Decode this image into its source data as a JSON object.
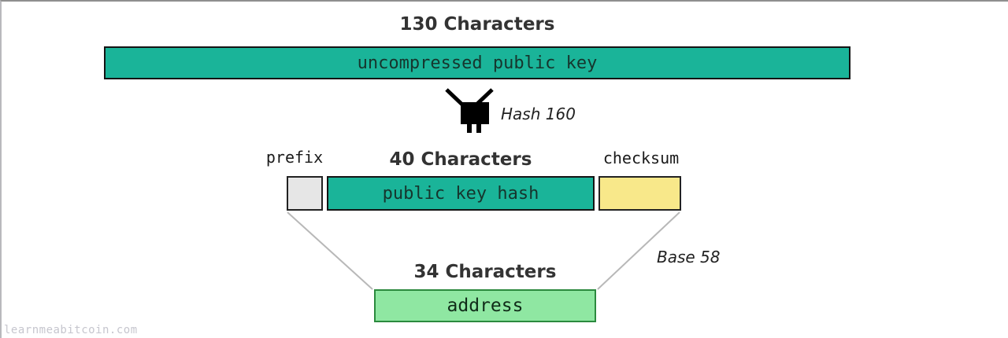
{
  "top_section": {
    "title": "130 Characters",
    "bar_label": "uncompressed public key"
  },
  "hash_step": {
    "label": "Hash 160",
    "icon": "hash-grinder-icon"
  },
  "mid_section": {
    "prefix_label": "prefix",
    "title": "40 Characters",
    "bar_label": "public key hash",
    "checksum_label": "checksum"
  },
  "encode_step": {
    "label": "Base 58"
  },
  "bottom_section": {
    "title": "34 Characters",
    "bar_label": "address"
  },
  "watermark": "learnmeabitcoin.com",
  "colors": {
    "teal": "#1ab499",
    "prefix_gray": "#e6e6e6",
    "checksum_yellow": "#f8e88a",
    "address_green": "#8fe7a2",
    "address_border_green": "#2b8a3e",
    "box_border_dark": "#141414",
    "connector_gray": "#b8b8b8",
    "title_text": "#333333",
    "watermark_gray": "#c6c6ce"
  }
}
